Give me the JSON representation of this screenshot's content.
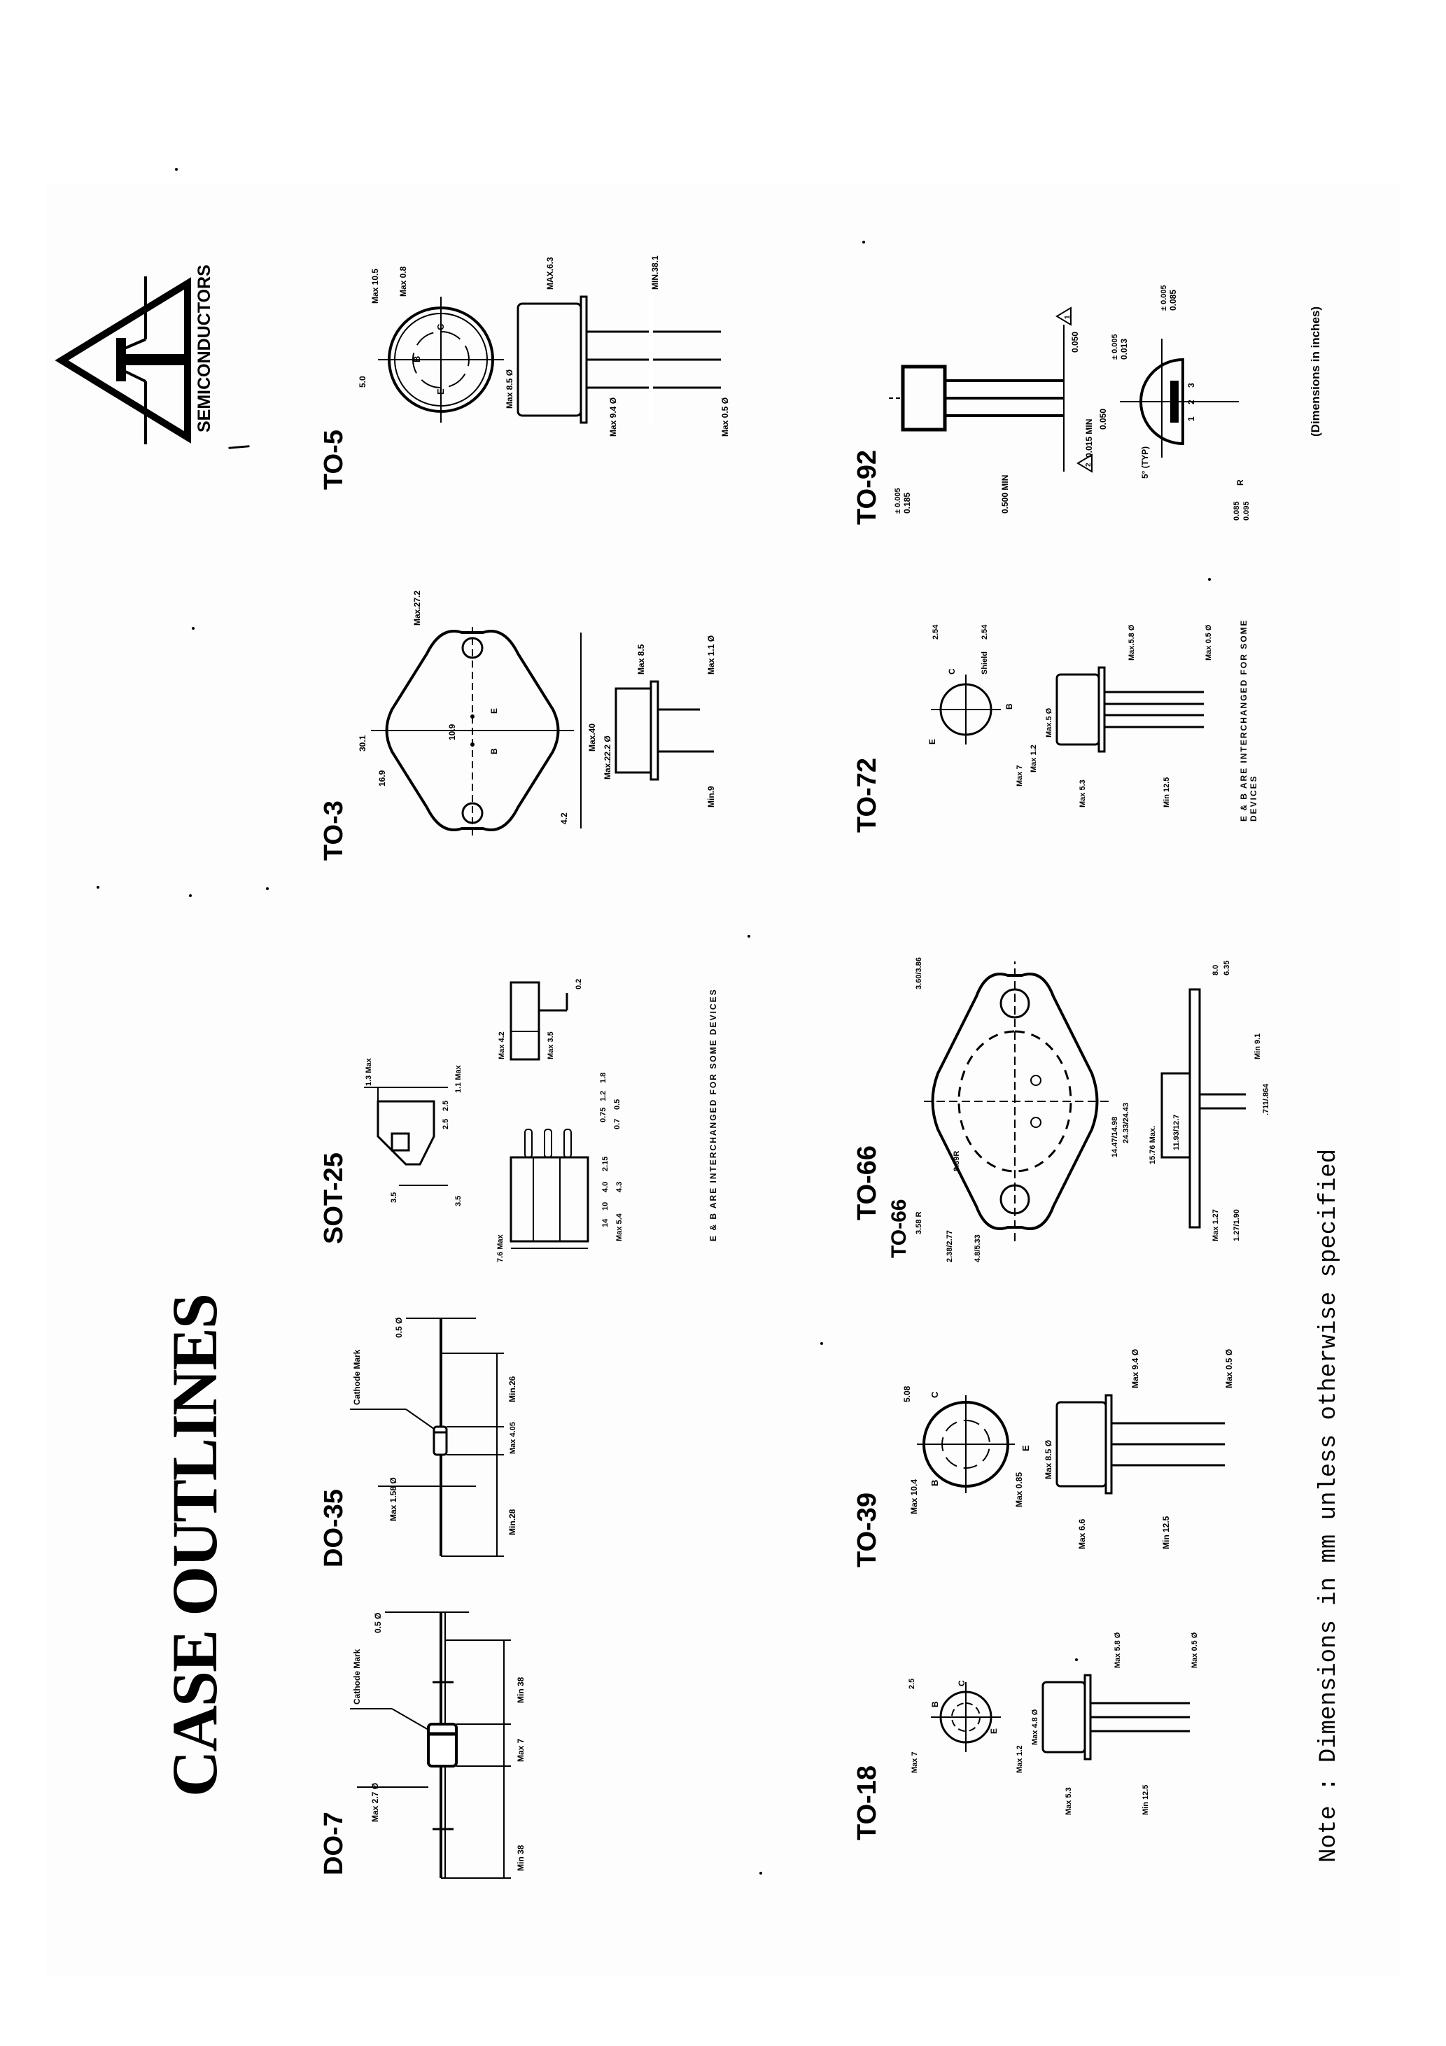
{
  "header": {
    "title": "CASE OUTLINES",
    "logo_text": "SEMICONDUCTORS"
  },
  "packages": [
    {
      "id": "do-7",
      "label": "DO-7",
      "dims": {
        "lead_left": "Min 38",
        "body_len": "Max 7",
        "lead_right": "Min 38",
        "body_dia": "Max 2.7 Ø",
        "lead_dia": "0.5 Ø",
        "cathode": "Cathode Mark"
      }
    },
    {
      "id": "do-35",
      "label": "DO-35",
      "dims": {
        "lead_left": "Min.28",
        "body_len": "Max 4.05",
        "lead_right": "Min.26",
        "body_dia": "Max 1.58 Ø",
        "lead_dia": "0.5 Ø",
        "cathode": "Cathode Mark"
      }
    },
    {
      "id": "sot-25",
      "label": "SOT-25",
      "dims": {
        "d1": "3.5",
        "d2": "1.1 Max",
        "d3": "1.3 Max",
        "d4": "2.5",
        "d5": "2.5",
        "d6": "3.5",
        "d7": "7.6 Max",
        "d8": "Max 4.2",
        "d9": "Max 3.5",
        "d10": "0.2",
        "d11": "0.75",
        "d12": "1.2",
        "d13": "1.8",
        "d14": "0.7",
        "d15": "0.5",
        "d16": "14",
        "d17": "10",
        "d18": "4.0",
        "d19": "2.15",
        "d20": "4.3",
        "d21": "Max 5.4"
      },
      "footnote": "E & B ARE INTERCHANGED FOR SOME DEVICES"
    },
    {
      "id": "to-3",
      "label": "TO-3",
      "pins": [
        "B",
        "E"
      ],
      "dims": {
        "overall": "Max.40",
        "hole_span": "30.1",
        "half_span": "16.9",
        "pin_span": "10.9",
        "hole": "4.2",
        "width": "Max.27.2",
        "can_dia": "Max.22.2 Ø",
        "flange": "Max 8.5",
        "lead_dia": "Max 1.1 Ø",
        "lead_len": "Min.9"
      }
    },
    {
      "id": "to-5",
      "label": "TO-5",
      "pins": [
        "C",
        "B",
        "E"
      ],
      "dims": {
        "outer": "Max 10.5",
        "tab": "Max 0.8",
        "pin_circle": "5.0",
        "can_dia": "Max 8.5 Ø",
        "flange_dia": "Max 9.4 Ø",
        "lead_dia": "Max 0.5 Ø",
        "height": "MAX.6.3",
        "lead_len": "MIN.38.1"
      }
    },
    {
      "id": "to-18",
      "label": "TO-18",
      "pins": [
        "B",
        "C",
        "E"
      ],
      "dims": {
        "outer": "Max 7",
        "tab": "Max 1.2",
        "pin_circle": "2.5",
        "can_dia": "Max 4.8 Ø",
        "flange_dia": "Max 5.8 Ø",
        "lead_dia": "Max 0.5 Ø",
        "height": "Max 5.3",
        "lead_len": "Min 12.5"
      }
    },
    {
      "id": "to-39",
      "label": "TO-39",
      "pins": [
        "B",
        "C",
        "E"
      ],
      "dims": {
        "outer": "Max 10.4",
        "tab": "Max 0.85",
        "pin_circle": "5.08",
        "can_dia": "Max 8.5 Ø",
        "flange_dia": "Max 9.4 Ø",
        "lead_dia": "Max 0.5 Ø",
        "height": "Max 6.6",
        "lead_len": "Min 12.5"
      }
    },
    {
      "id": "to-66",
      "label": "TO-66",
      "sub_label": "TO-66",
      "dims": {
        "hole_r": "3.58 R",
        "hole_dia": "3.60/3.86",
        "body_r": "8.89R",
        "mount_span": "24.33/24.43",
        "pin_offset": "14.47/14.98",
        "pin_w": "2.38/2.77",
        "pin_sp": "4.8/5.33",
        "can_h": "15.76 Max.",
        "can_dia": "11.93/12.7",
        "flange_t": "Max 1.27",
        "lead_t": "1.27/1.90",
        "top_a": "8.0",
        "top_b": "6.35",
        "lead_len": "Min 9.1",
        "lead_dia": ".711/.864"
      }
    },
    {
      "id": "to-72",
      "label": "TO-72",
      "pins": [
        "E",
        "C",
        "B",
        "Shield"
      ],
      "dims": {
        "tab_w": "2.54",
        "shield": "Shield",
        "pin_circle": "2.54",
        "outer": "Max 7",
        "tab": "Max 1.2",
        "can_dia": "Max.5 Ø",
        "flange_dia": "Max.5.8 Ø",
        "lead_dia": "Max 0.5 Ø",
        "height": "Max 5.3",
        "lead_len": "Min 12.5"
      },
      "footnote": "E & B ARE INTERCHANGED FOR SOME DEVICES"
    },
    {
      "id": "to-92",
      "label": "TO-92",
      "pins": [
        "1",
        "2",
        "3"
      ],
      "dims": {
        "body_h": "0.185",
        "body_h_tol": "± 0.005",
        "lead_len": "0.500 MIN",
        "pitch": "0.050",
        "lead_min": "0.015 MIN",
        "pitch2": "0.050",
        "lead_w": "0.013",
        "lead_w_tol": "± 0.005",
        "flat": "0.085",
        "flat_tol": "± 0.005",
        "angle": "5° (TYP)",
        "radius_a": "0.085",
        "radius_b": "0.095",
        "radius_sym": "R",
        "note_a": "1",
        "note_b": "2"
      },
      "unit_note": "(Dimensions in inches)"
    }
  ],
  "footer": {
    "note": "Note : Dimensions in mm unless otherwise specified"
  }
}
